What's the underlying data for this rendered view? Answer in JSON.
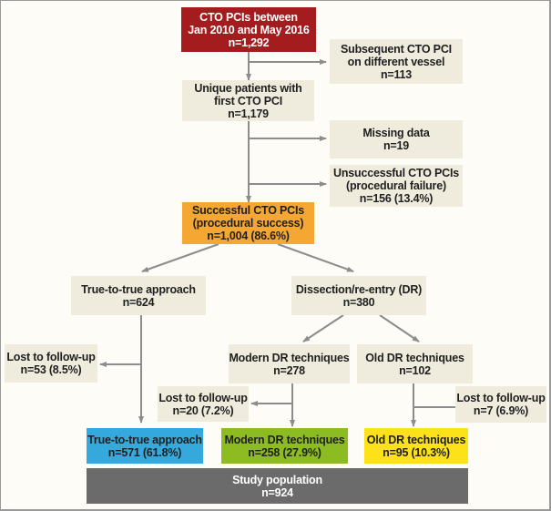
{
  "flowchart": {
    "colors": {
      "background": "#fdfcf7",
      "box_default": "#f0ecdd",
      "start": "#a51c1f",
      "success": "#f5a733",
      "true_to_true_final": "#35a8dc",
      "modern_dr_final": "#8dbc22",
      "old_dr_final": "#fde21a",
      "study_population": "#6b6b6b",
      "arrow": "#8c8c8c"
    },
    "nodes": {
      "cto_pcis": {
        "lines": [
          "CTO PCIs between",
          "Jan 2010 and May 2016",
          "n=1,292"
        ]
      },
      "subsequent": {
        "lines": [
          "Subsequent CTO PCI",
          "on different vessel",
          "n=113"
        ]
      },
      "unique": {
        "lines": [
          "Unique patients with",
          "first CTO PCI",
          "n=1,179"
        ]
      },
      "missing": {
        "lines": [
          "Missing data",
          "n=19"
        ]
      },
      "unsuccessful": {
        "lines": [
          "Unsuccessful CTO PCIs",
          "(procedural failure)",
          "n=156 (13.4%)"
        ]
      },
      "successful": {
        "lines": [
          "Successful CTO PCIs",
          "(procedural success)",
          "n=1,004 (86.6%)"
        ]
      },
      "true_to_true": {
        "lines": [
          "True-to-true approach",
          "n=624"
        ]
      },
      "dissection": {
        "lines": [
          "Dissection/re-entry (DR)",
          "n=380"
        ]
      },
      "lost_ttt": {
        "lines": [
          "Lost to follow-up",
          "n=53 (8.5%)"
        ]
      },
      "modern_dr": {
        "lines": [
          "Modern DR techniques",
          "n=278"
        ]
      },
      "old_dr": {
        "lines": [
          "Old DR techniques",
          "n=102"
        ]
      },
      "lost_modern": {
        "lines": [
          "Lost to follow-up",
          "n=20 (7.2%)"
        ]
      },
      "lost_old": {
        "lines": [
          "Lost to follow-up",
          "n=7 (6.9%)"
        ]
      },
      "ttt_final": {
        "lines": [
          "True-to-true approach",
          "n=571 (61.8%)"
        ]
      },
      "modern_final": {
        "lines": [
          "Modern DR techniques",
          "n=258 (27.9%)"
        ]
      },
      "old_final": {
        "lines": [
          "Old DR techniques",
          "n=95 (10.3%)"
        ]
      },
      "study_population": {
        "lines": [
          "Study population",
          "n=924"
        ]
      }
    }
  }
}
